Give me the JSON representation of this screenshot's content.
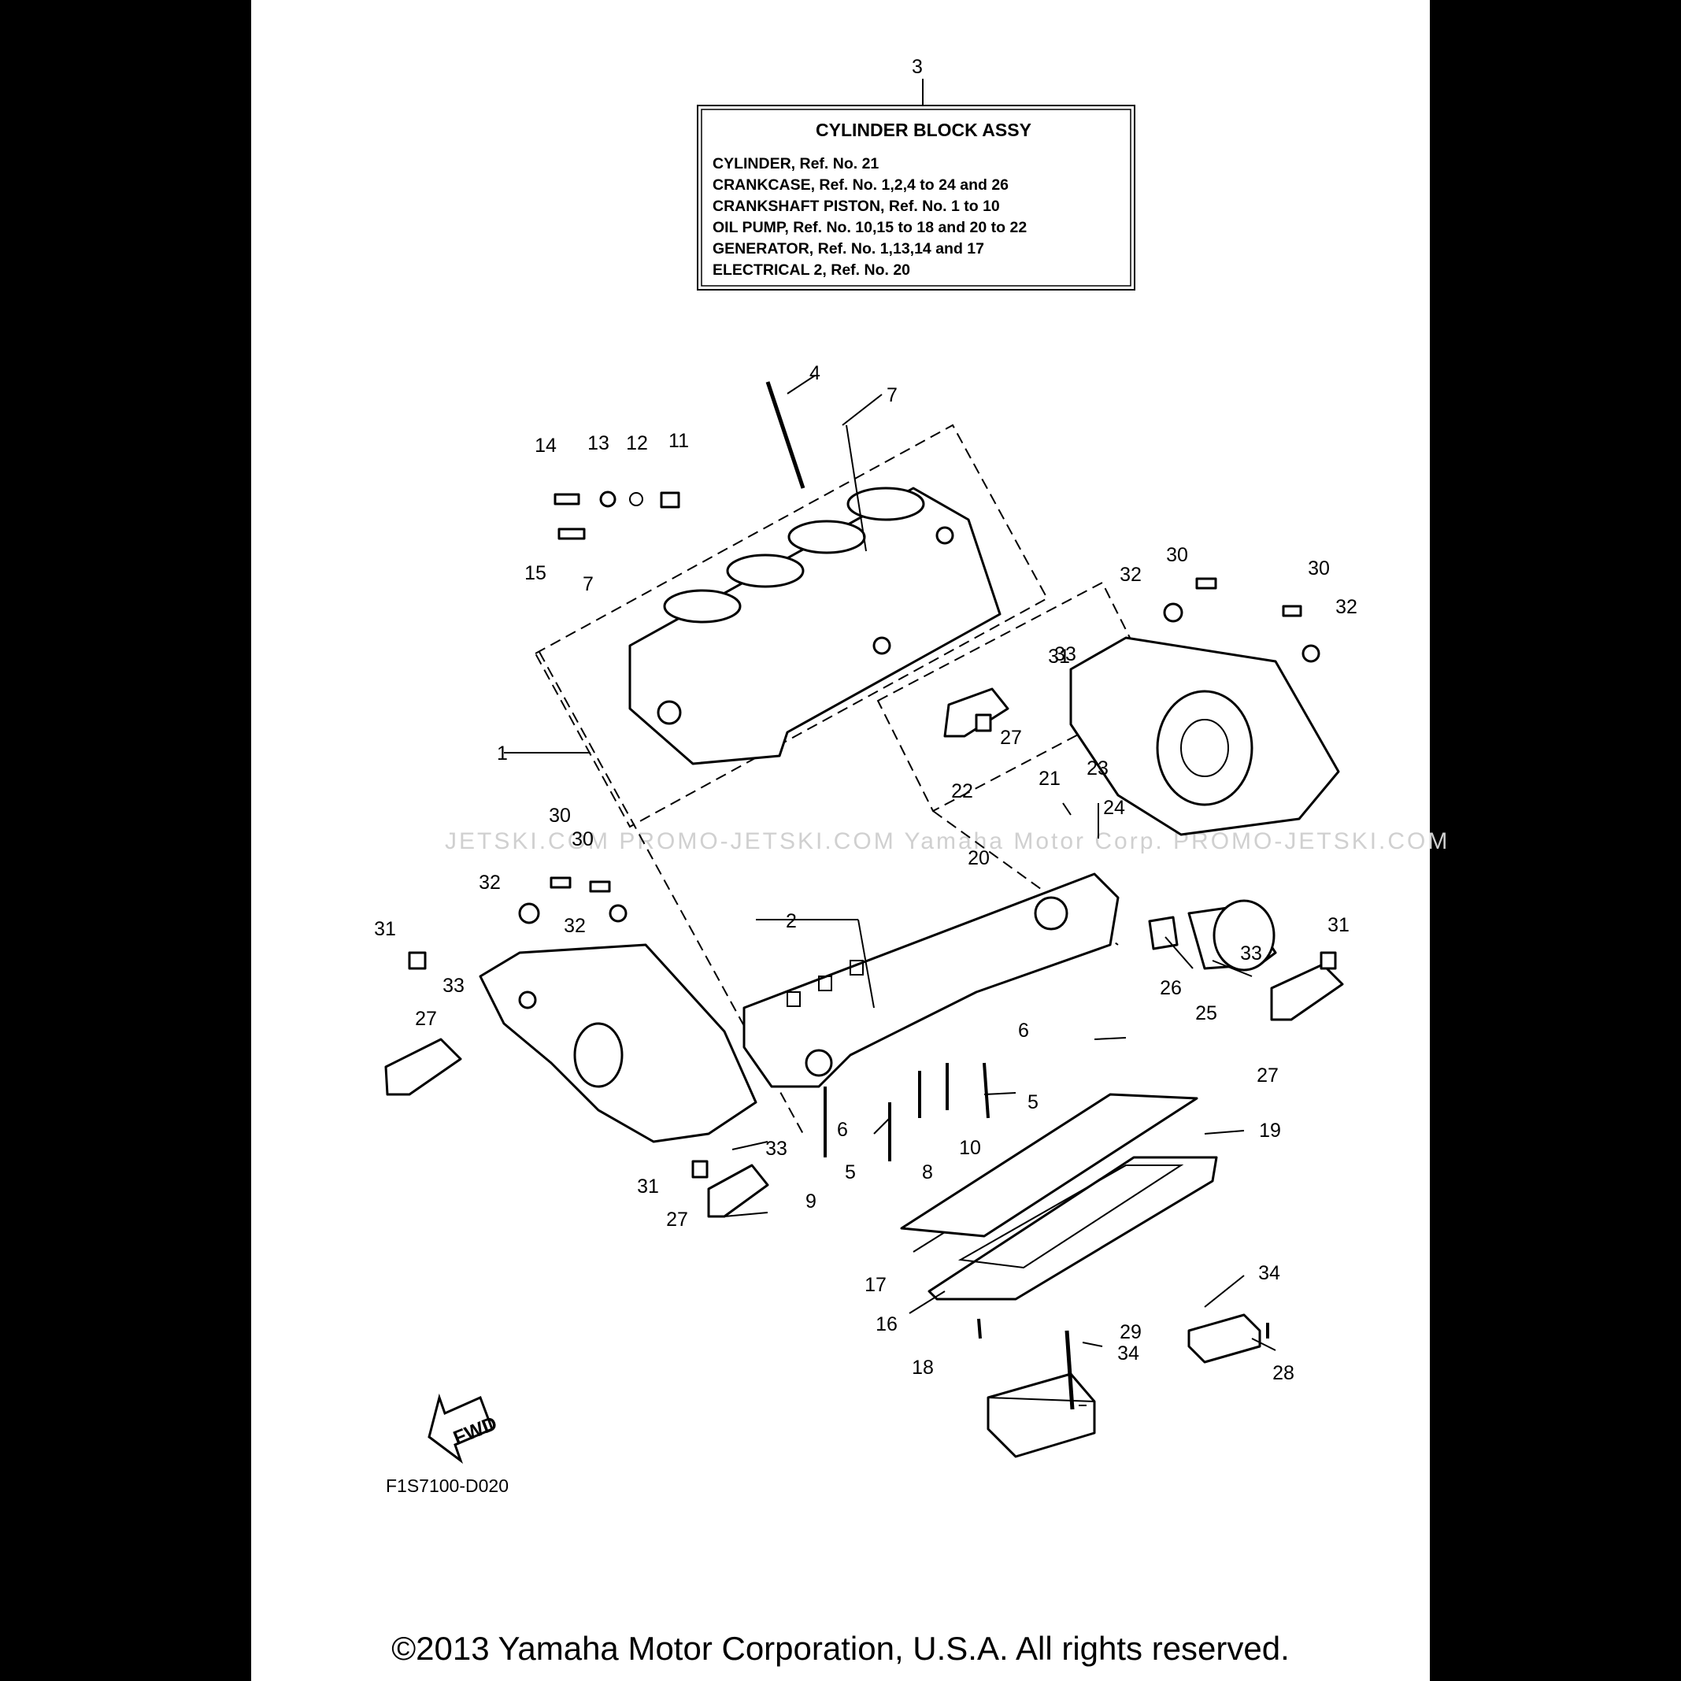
{
  "info_box": {
    "number": "3",
    "title": "CYLINDER BLOCK ASSY",
    "lines": [
      "CYLINDER, Ref. No. 21",
      "CRANKCASE, Ref. No. 1,2,4 to 24 and 26",
      "CRANKSHAFT PISTON, Ref. No. 1 to 10",
      "OIL PUMP, Ref. No. 10,15 to 18 and 20 to 22",
      "GENERATOR, Ref. No. 1,13,14 and 17",
      "ELECTRICAL 2, Ref. No. 20"
    ]
  },
  "callouts": [
    "1",
    "2",
    "4",
    "5",
    "5",
    "6",
    "6",
    "7",
    "7",
    "8",
    "9",
    "10",
    "11",
    "12",
    "13",
    "14",
    "15",
    "16",
    "17",
    "18",
    "19",
    "20",
    "21",
    "22",
    "23",
    "24",
    "25",
    "26",
    "27",
    "27",
    "27",
    "27",
    "28",
    "29",
    "30",
    "30",
    "30",
    "30",
    "31",
    "31",
    "31",
    "31",
    "32",
    "32",
    "32",
    "32",
    "33",
    "33",
    "33",
    "33",
    "34",
    "34"
  ],
  "watermark": "JETSKI.COM   PROMO-JETSKI.COM  Yamaha Motor Corp.  PROMO-JETSKI.COM",
  "fwd_label": "FWD",
  "figure_code": "F1S7100-D020",
  "copyright": "©2013 Yamaha Motor Corporation, U.S.A. All rights reserved."
}
